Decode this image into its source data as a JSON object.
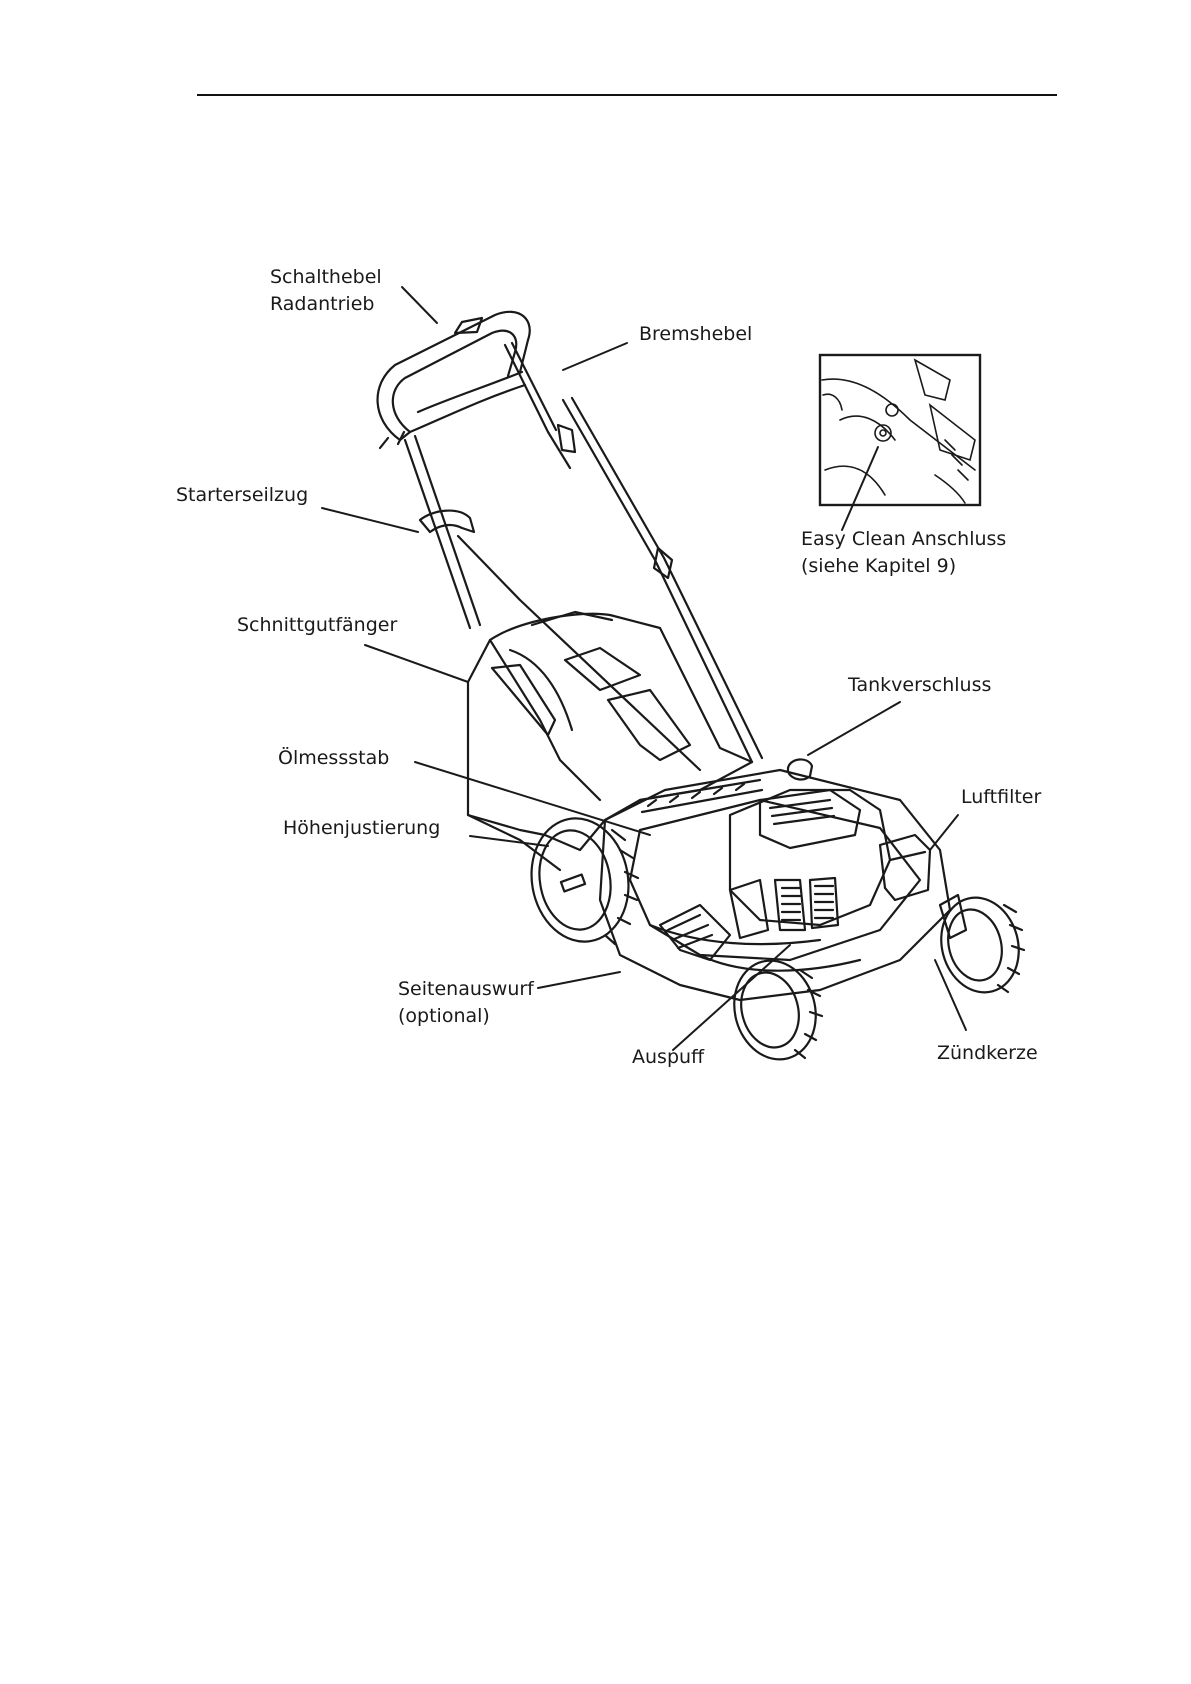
{
  "diagram": {
    "labels": {
      "schalthebel_1": "Schalthebel",
      "schalthebel_2": "Radantrieb",
      "bremshebel": "Bremshebel",
      "easy_clean_1": "Easy Clean Anschluss",
      "easy_clean_2": "(siehe Kapitel 9)",
      "starterseilzug": "Starterseilzug",
      "schnittgutfaenger": "Schnittgutfänger",
      "tankverschluss": "Tankverschluss",
      "oelmessstab": "Ölmessstab",
      "luftfilter": "Luftfilter",
      "hoehenjustierung": "Höhenjustierung",
      "seitenauswurf_1": "Seitenauswurf",
      "seitenauswurf_2": "(optional)",
      "auspuff": "Auspuff",
      "zuendkerze": "Zündkerze"
    }
  }
}
